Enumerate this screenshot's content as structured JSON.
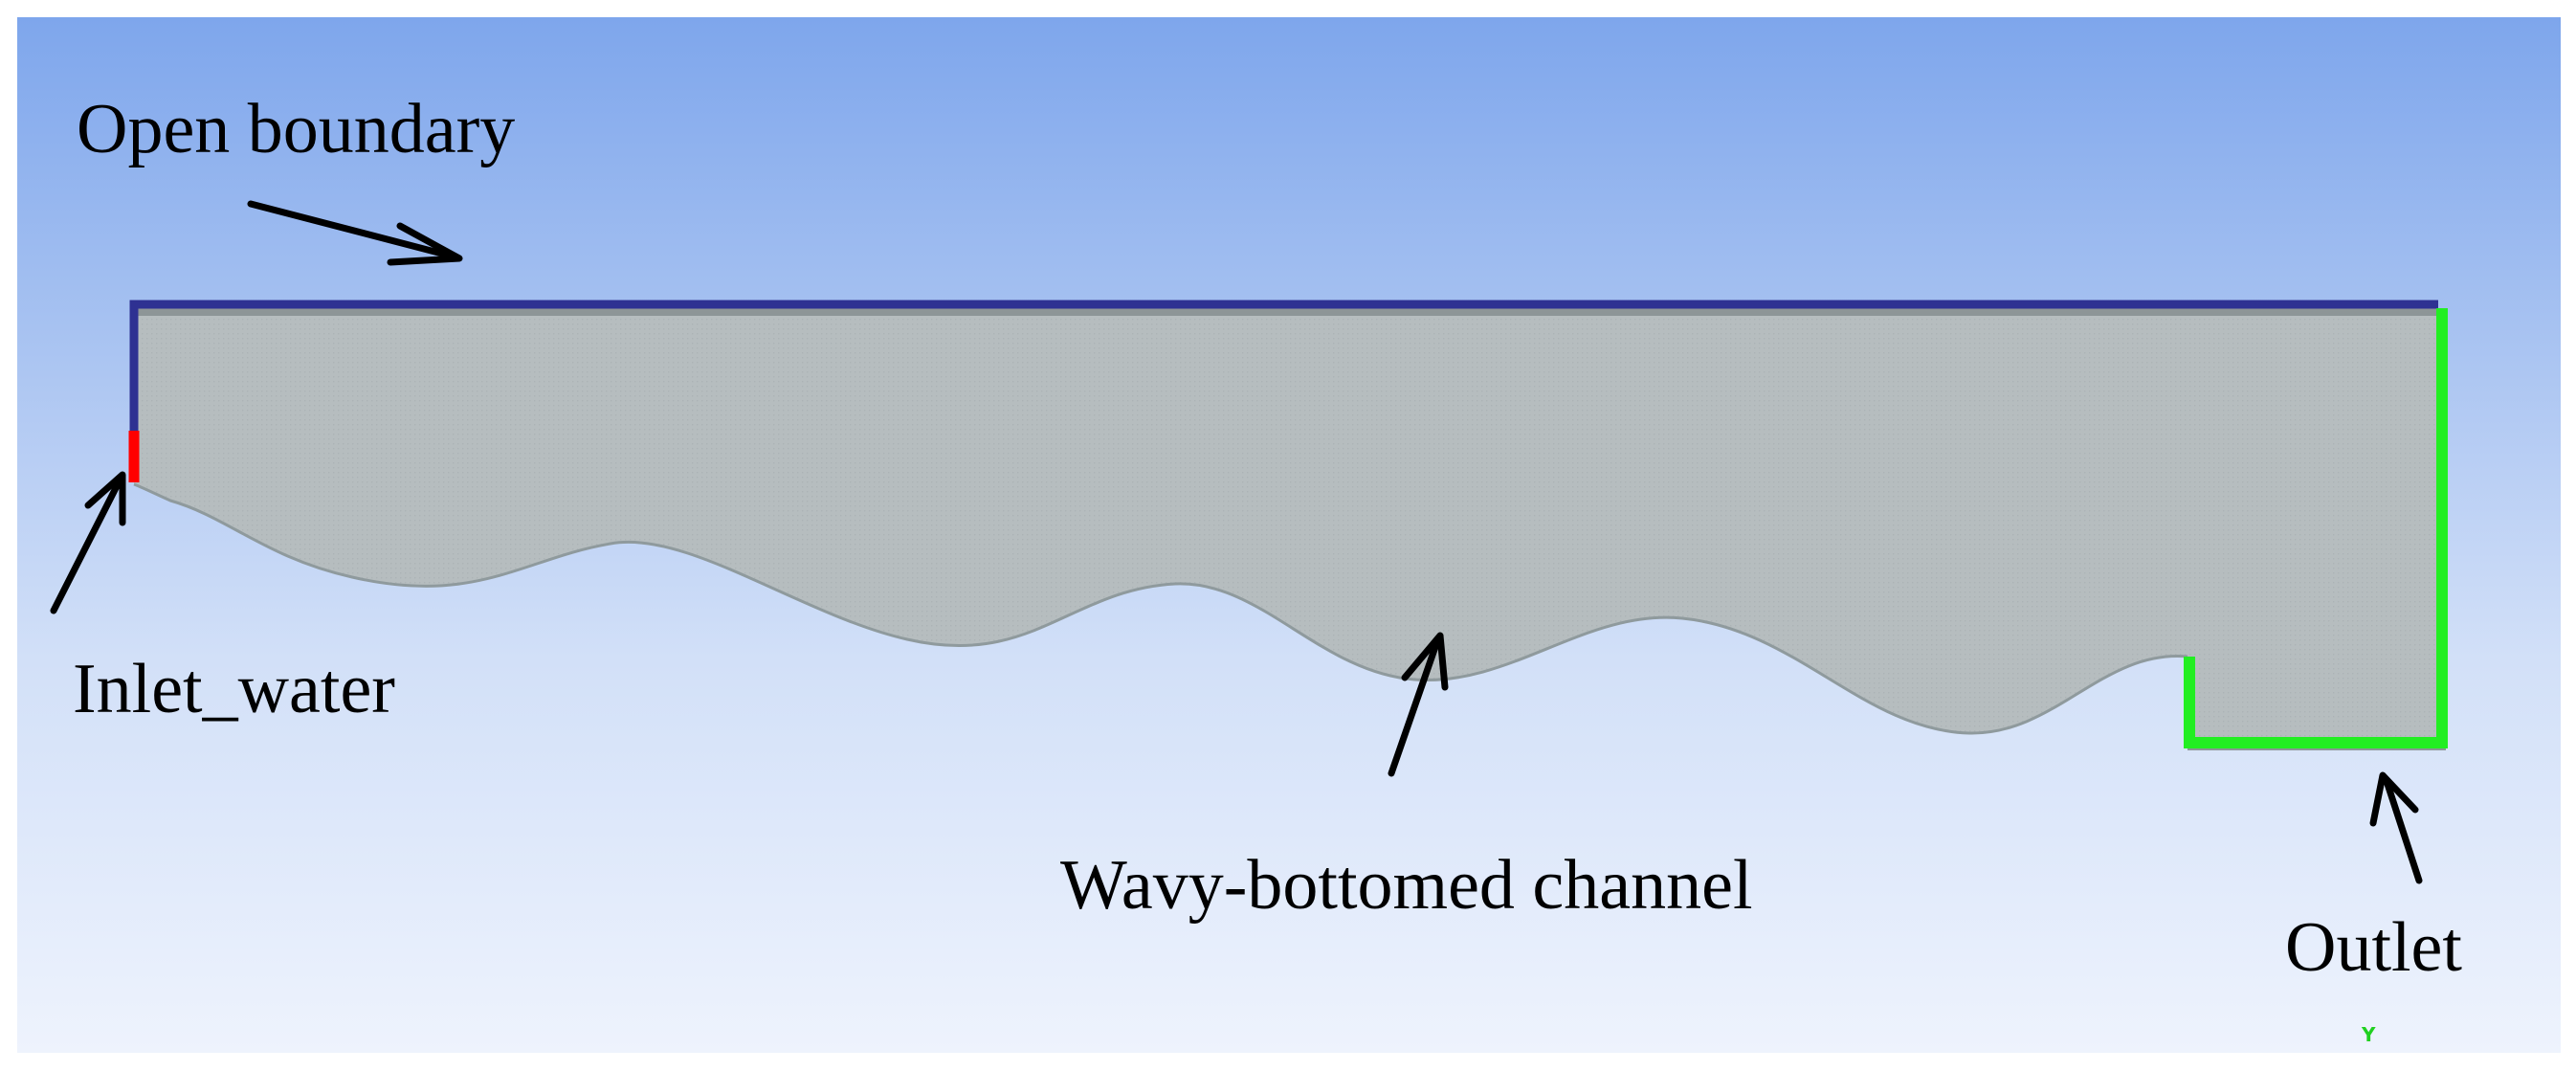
{
  "labels": {
    "open_boundary": "Open boundary",
    "inlet": "Inlet_water",
    "channel": "Wavy-bottomed channel",
    "outlet": "Outlet",
    "axis_marker": "Y"
  },
  "colors": {
    "background_top": "#7ea6ec",
    "background_bottom": "#eef3fd",
    "fluid_domain": "#b6bdbf",
    "open_boundary": "#2e3192",
    "inlet": "#ff0000",
    "outlet": "#22ee22",
    "axis_marker": "#20d020",
    "arrows": "#000000"
  },
  "icons": {
    "arrow": "arrow-icon"
  }
}
